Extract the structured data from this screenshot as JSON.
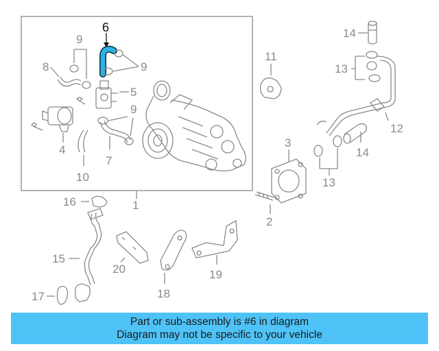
{
  "diagram": {
    "highlighted_part": "6",
    "callouts": {
      "p1": "1",
      "p2": "2",
      "p3": "3",
      "p4": "4",
      "p5": "5",
      "p6": "6",
      "p7": "7",
      "p8": "8",
      "p9a": "9",
      "p9b": "9",
      "p9c": "9",
      "p10": "10",
      "p11": "11",
      "p12": "12",
      "p13a": "13",
      "p13b": "13",
      "p14a": "14",
      "p14b": "14",
      "p15": "15",
      "p16": "16",
      "p17": "17",
      "p18": "18",
      "p19": "19",
      "p20": "20"
    }
  },
  "banner": {
    "line1": "Part or sub-assembly is #6 in diagram",
    "line2": "Diagram may not be specific to your vehicle"
  },
  "colors": {
    "highlight": "#2bb3e6",
    "banner_bg": "#4fc3f7",
    "line": "#8a8a8a"
  }
}
